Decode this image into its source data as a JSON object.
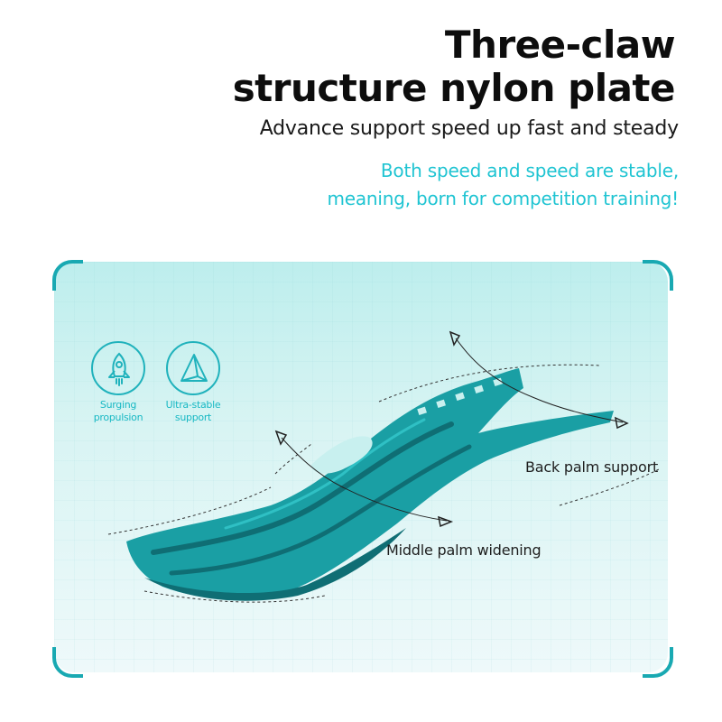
{
  "headline": {
    "line1": "Three-claw",
    "line2": "structure nylon plate"
  },
  "subheadline": "Advance support speed up fast and steady",
  "tagline": {
    "line1": "Both speed and speed are stable,",
    "line2": "meaning, born for competition training!"
  },
  "features": [
    {
      "icon": "rocket-icon",
      "line1": "Surging",
      "line2": "propulsion"
    },
    {
      "icon": "pyramid-icon",
      "line1": "Ultra-stable",
      "line2": "support"
    }
  ],
  "callouts": {
    "back": "Back palm support",
    "middle": "Middle palm widening"
  },
  "colors": {
    "accent": "#1fc4d2",
    "plate": "#1a9fa4",
    "plate_dark": "#0f6e74",
    "panel": "#c8f0ef",
    "frame": "#19a9b2"
  }
}
